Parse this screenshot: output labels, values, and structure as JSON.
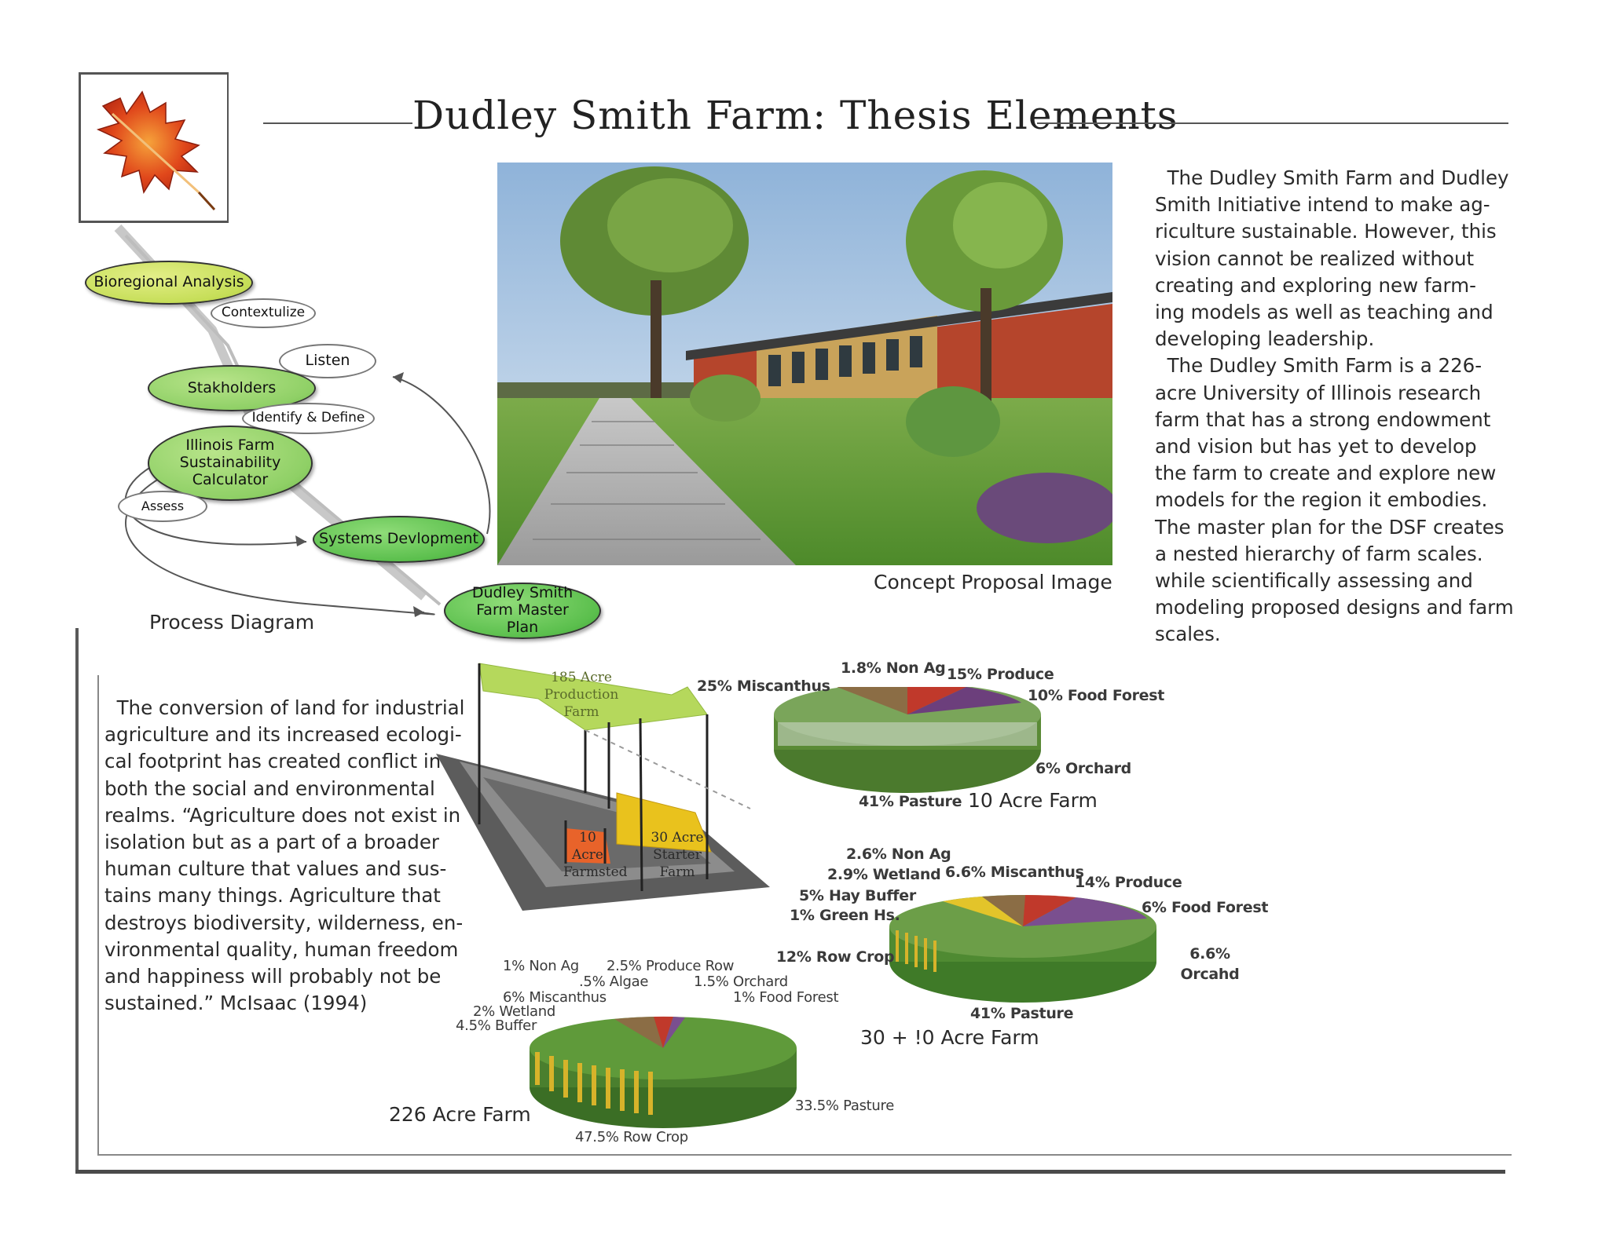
{
  "title": "Dudley Smith Farm: Thesis Elements",
  "intro_text": "  The Dudley Smith Farm and Dudley Smith Initiative intend to make agriculture sustainable. However, this vision cannot be realized without creating and exploring new farming models as well as teaching and developing leadership.",
  "intro_lines": [
    "  The Dudley Smith Farm and Dudley",
    "Smith Initiative intend to make ag-",
    "riculture sustainable. However, this",
    "vision cannot be realized without",
    "creating and exploring new farm-",
    "ing models as well as teaching and",
    "developing leadership.",
    "  The Dudley Smith Farm is a 226-",
    "acre University of Illinois research",
    "farm that has a strong endowment",
    "and vision but has yet to develop",
    "the farm to create and explore new",
    "models for the region it embodies.",
    "The master plan for the DSF creates",
    "a nested hierarchy of farm scales.",
    "while scientifically assessing and",
    "modeling proposed designs and farm",
    "scales."
  ],
  "conflict_lines": [
    "  The conversion of land for industrial",
    "agriculture and its increased ecologi-",
    "cal footprint has created conflict in",
    "both the social and environmental",
    "realms. “Agriculture does not exist in",
    "isolation but as a part of a broader",
    "human culture that values and sus-",
    "tains many things. Agriculture that",
    "destroys biodiversity, wilderness, en-",
    "vironmental quality, human freedom",
    "and happiness will probably not be",
    "sustained.” McIsaac (1994)"
  ],
  "captions": {
    "concept": "Concept Proposal Image",
    "process": "Process Diagram",
    "farm10": "10 Acre Farm",
    "farm30": "30 + !0 Acre Farm",
    "farm226": "226 Acre Farm"
  },
  "process": {
    "bioregional": "Bioregional Analysis",
    "contextulize": "Contextulize",
    "listen": "Listen",
    "stakholders": "Stakholders",
    "identify": "Identify & Define",
    "calculator": "Illinois Farm Sustainability Calculator",
    "assess": "Assess",
    "systems": "Systems Devlopment",
    "masterplan": "Dudley Smith Farm Master Plan"
  },
  "nested": {
    "production": "185 Acre Production Farm",
    "farmsted": "10 Acre Farmsted",
    "starter": "30 Acre Starter Farm"
  },
  "pie10": {
    "miscanthus": "25% Miscanthus",
    "nonag": "1.8% Non Ag",
    "produce": "15% Produce",
    "foodforest": "10% Food Forest",
    "orchard": "6% Orchard",
    "pasture": "41% Pasture"
  },
  "pie30": {
    "nonag": "2.6% Non Ag",
    "wetland": "2.9% Wetland",
    "miscanthus": "6.6% Miscanthus",
    "produce": "14% Produce",
    "hay": "5% Hay Buffer",
    "green": "1% Green Hs.",
    "foodforest": "6% Food Forest",
    "rowcrop": "12% Row Crop",
    "orchard": "6.6% Orcahd",
    "pasture": "41% Pasture"
  },
  "pie226": {
    "nonag": "1% Non Ag",
    "producerow": "2.5% Produce Row",
    "algae": ".5% Algae",
    "orchard": "1.5% Orchard",
    "miscanthus": "6% Miscanthus",
    "foodforest": "1% Food Forest",
    "wetland": "2% Wetland",
    "buffer": "4.5% Buffer",
    "pasture": "33.5% Pasture",
    "rowcrop": "47.5% Row Crop"
  },
  "colors": {
    "frame": "#555555",
    "oval_yellow": "#c6de58",
    "oval_green": "#8fd066",
    "oval_darkgreen": "#5bbf4d",
    "production_farm": "#b5d85c",
    "starter_farm": "#e9c21d",
    "farmsted": "#e8632a"
  },
  "icons": {
    "leaf": "oak-leaf-icon"
  }
}
